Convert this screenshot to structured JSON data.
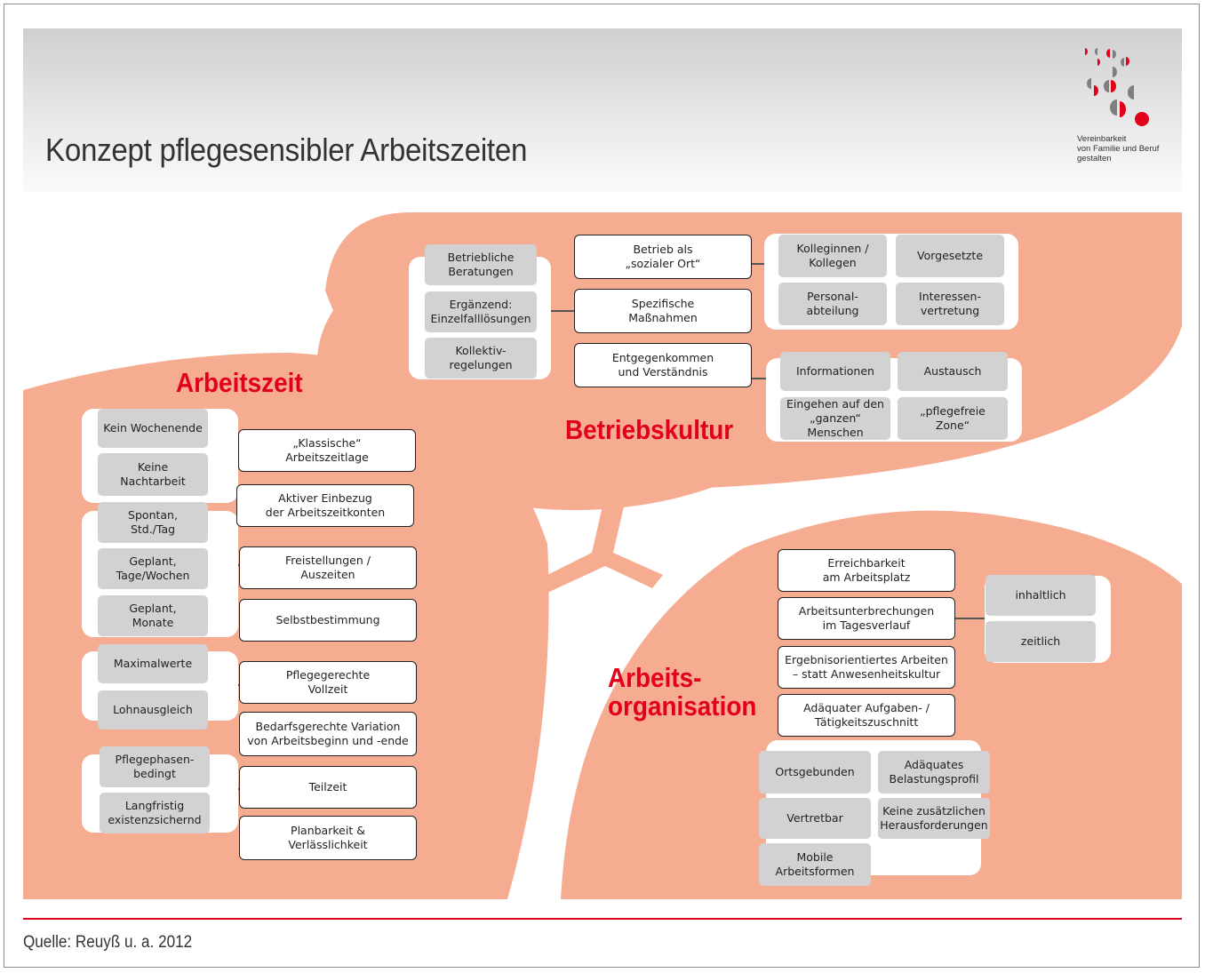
{
  "header": {
    "title": "Konzept pflegesensibler Arbeitszeiten",
    "logo_text": [
      "Vereinbarkeit",
      "von Familie und Beruf",
      "gestalten"
    ]
  },
  "colors": {
    "accent": "#e2001a",
    "salmon": "#f5ac91",
    "grey_box": "#d2d2d2"
  },
  "betriebskultur": {
    "label": "Betriebskultur",
    "left_group": [
      "Betriebliche\nBeratungen",
      "Ergänzend:\nEinzelfalllösungen",
      "Kollektiv-\nregelungen"
    ],
    "center": [
      "Betrieb als\n„sozialer Ort“",
      "Spezifische\nMaßnahmen",
      "Entgegenkommen\nund Verständnis"
    ],
    "right_top": [
      "Kolleginnen /\nKollegen",
      "Vorgesetzte",
      "Personal-\nabteilung",
      "Interessen-\nvertretung"
    ],
    "right_bottom": [
      "Informationen",
      "Austausch",
      "Eingehen auf den\n„ganzen“ Menschen",
      "„pflegefreie\nZone“"
    ]
  },
  "arbeitszeit": {
    "label": "Arbeitszeit",
    "group1": [
      "Kein Wochenende",
      "Keine\nNachtarbeit"
    ],
    "group2": [
      "Spontan,\nStd./Tag",
      "Geplant,\nTage/Wochen",
      "Geplant,\nMonate"
    ],
    "group3": [
      "Maximalwerte",
      "Lohnausgleich"
    ],
    "group4": [
      "Pflegephasen-\nbedingt",
      "Langfristig\nexistenzsichernd"
    ],
    "items": [
      "„Klassische“\nArbeitszeitlage",
      "Aktiver Einbezug\nder Arbeitszeitkonten",
      "Freistellungen /\nAuszeiten",
      "Selbstbestimmung",
      "Pflegegerechte\nVollzeit",
      "Bedarfsgerechte Variation\nvon Arbeitsbeginn und -ende",
      "Teilzeit",
      "Planbarkeit &\nVerlässlichkeit"
    ]
  },
  "arbeitsorganisation": {
    "label_line1": "Arbeits-",
    "label_line2": "organisation",
    "items": [
      "Erreichbarkeit\nam Arbeitsplatz",
      "Arbeitsunterbrechungen\nim Tagesverlauf",
      "Ergebnisorientiertes Arbeiten\n– statt Anwesenheitskultur",
      "Adäquater Aufgaben- /\nTätigkeitszuschnitt"
    ],
    "right_group": [
      "inhaltlich",
      "zeitlich"
    ],
    "bottom_left": [
      "Ortsgebunden",
      "Vertretbar",
      "Mobile\nArbeitsformen"
    ],
    "bottom_right": [
      "Adäquates\nBelastungsprofil",
      "Keine zusätzlichen\nHerausforderungen"
    ]
  },
  "footer": {
    "source": "Quelle: Reuyß u. a. 2012"
  }
}
